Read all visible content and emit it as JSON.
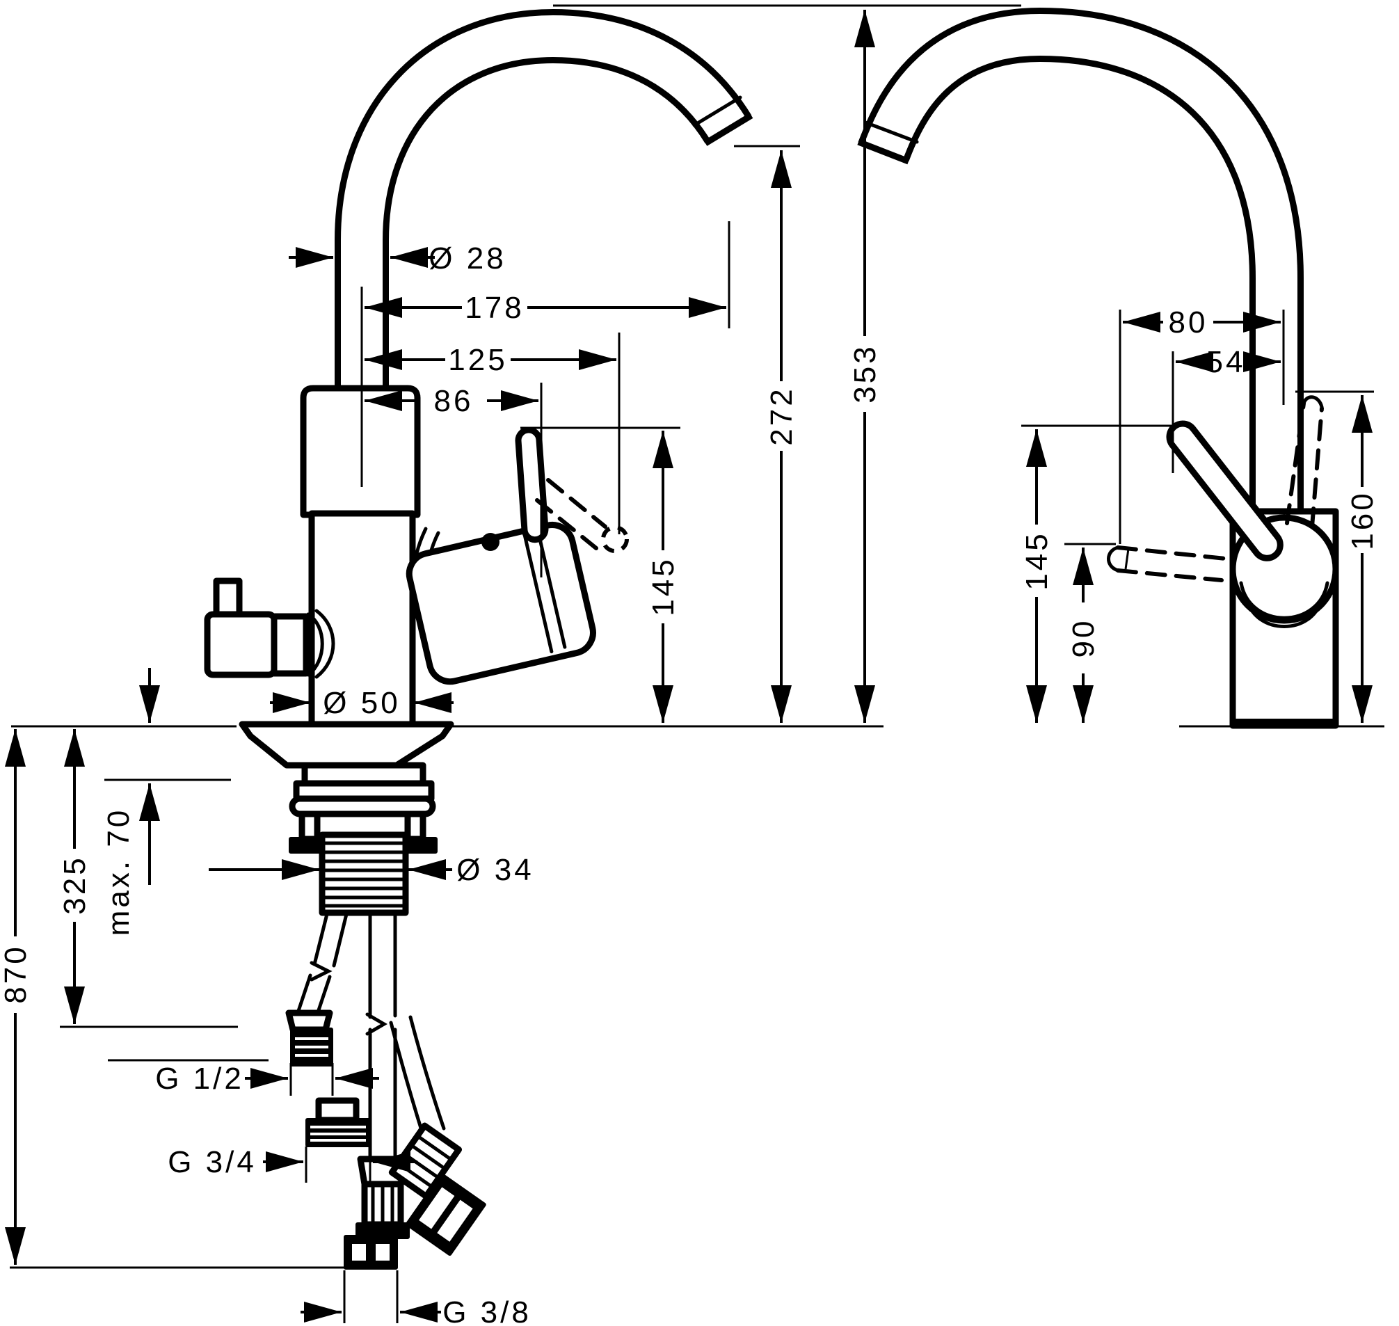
{
  "drawing": {
    "type": "technical-dimension-drawing",
    "subject": "single-lever kitchen faucet, front and side views with installation dimensions",
    "colors": {
      "line": "#000000",
      "background": "#ffffff"
    }
  },
  "dimensions": {
    "front_view": {
      "spout_diameter": "Ø 28",
      "spout_reach": "178",
      "lever_swivel_reach": "125",
      "lever_reach": "86",
      "spout_outlet_height": "272",
      "total_height": "353",
      "lever_height": "145",
      "base_diameter": "Ø 50",
      "shank_diameter": "Ø 34",
      "hose_length": "870",
      "connection_length": "325",
      "max_counter_thickness": "max. 70",
      "thread_half_inch": "G 1/2",
      "thread_three_quarter": "G 3/4",
      "thread_three_eighth": "G 3/8"
    },
    "side_view": {
      "side_handle_offset": "80",
      "lever_offset": "54",
      "handle_top_height": "160",
      "lever_tip_height": "145",
      "side_handle_height": "90"
    }
  }
}
